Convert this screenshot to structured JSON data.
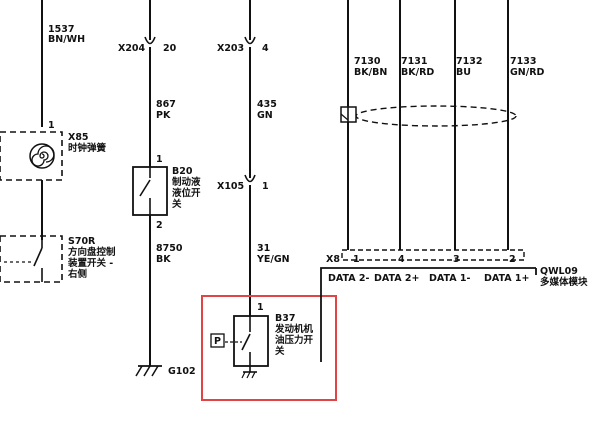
{
  "wire_top": {
    "circuit": "1537",
    "color": "BN/WH"
  },
  "x85": {
    "pin": "1",
    "code": "X85",
    "name": "时钟弹簧"
  },
  "s70r": {
    "code": "S70R",
    "name_line1": "方向盘控制",
    "name_line2": "装置开关 -",
    "name_line3": "右侧"
  },
  "x204": {
    "code": "X204",
    "pin": "20"
  },
  "x203": {
    "code": "X203",
    "pin": "4"
  },
  "wire_867": {
    "circuit": "867",
    "color": "PK"
  },
  "wire_435": {
    "circuit": "435",
    "color": "GN"
  },
  "b20": {
    "pin_top": "1",
    "pin_bottom": "2",
    "code": "B20",
    "name_line1": "制动液",
    "name_line2": "液位开",
    "name_line3": "关"
  },
  "x105": {
    "code": "X105",
    "pin": "1"
  },
  "wire_8750": {
    "circuit": "8750",
    "color": "BK"
  },
  "wire_31": {
    "circuit": "31",
    "color": "YE/GN"
  },
  "ground": {
    "code": "G102"
  },
  "b37": {
    "pin": "1",
    "code": "B37",
    "name_line1": "发动机机",
    "name_line2": "油压力开",
    "name_line3": "关",
    "symbol": "P"
  },
  "data_wires": [
    {
      "circuit": "7130",
      "color": "BK/BN"
    },
    {
      "circuit": "7131",
      "color": "BK/RD"
    },
    {
      "circuit": "7132",
      "color": "BU"
    },
    {
      "circuit": "7133",
      "color": "GN/RD"
    }
  ],
  "x8": {
    "code": "X8",
    "pins": [
      "1",
      "4",
      "3",
      "2"
    ]
  },
  "qwl09": {
    "code": "QWL09",
    "name": "多媒体模块",
    "terminals": [
      "DATA 2-",
      "DATA 2+",
      "DATA 1-",
      "DATA 1+"
    ]
  },
  "colors": {
    "line": "#111111",
    "highlight": "#e04444",
    "text": "#111111"
  },
  "icons": {
    "clock_spring": "spiral-icon",
    "ground": "ground-icon",
    "pressure": "pressure-p-icon"
  }
}
